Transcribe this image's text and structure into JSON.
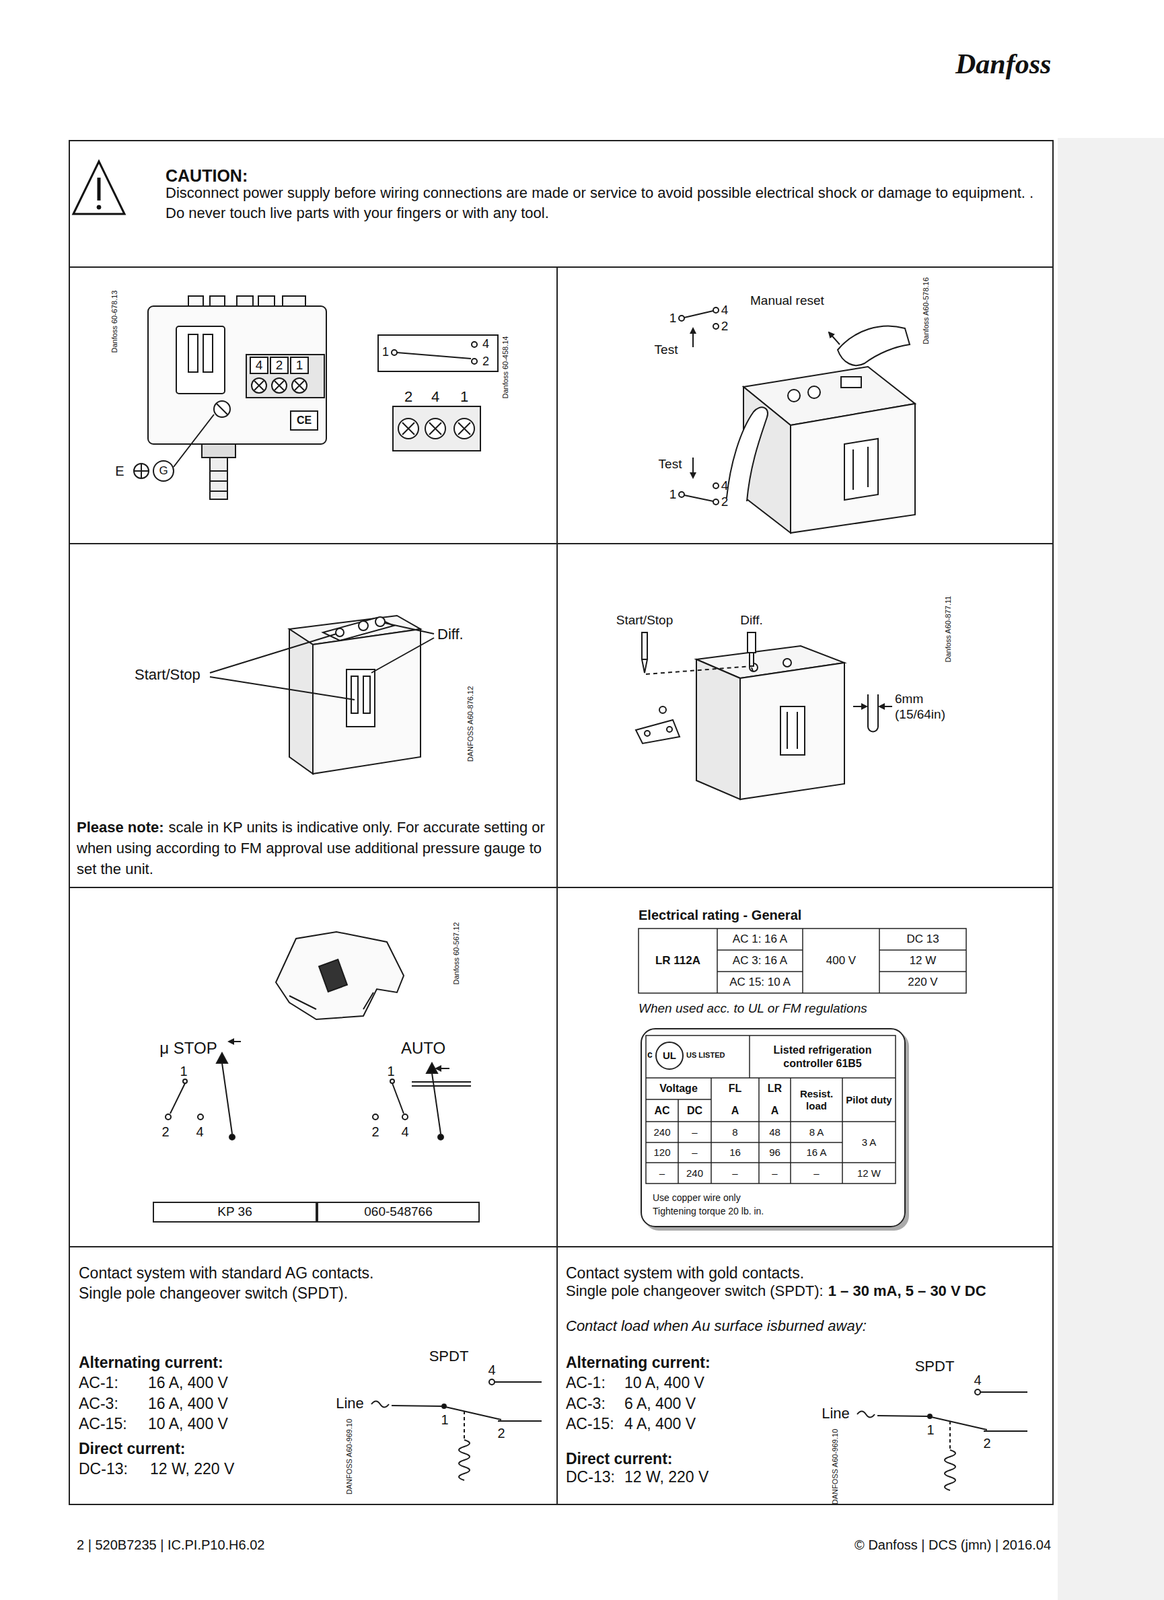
{
  "diagram": {
    "nodes": [
      {
        "text": [
          "CAUTION:",
          "Disconnect power supply before wiring connections are made or service to avoid possible electrical shock or damage to equipment. .",
          "Do never touch live parts with your fingers or with any tool."
        ]
      },
      {
        "text": [
          "KP 36"
        ]
      },
      {
        "text": [
          "060-548766"
        ]
      },
      {
        "text": [
          "Listed refrigeration controller 61B5"
        ]
      },
      {
        "text": [
          "Contact system with standard AG contacts.",
          "Single pole changeover switch (SPDT).",
          "Alternating current:",
          "AC-1:",
          "16 A, 400 V",
          "AC-3:",
          "16 A, 400 V",
          "AC-15:",
          "10 A, 400 V",
          "Direct current:",
          "DC-13:",
          "12 W, 220 V"
        ]
      },
      {
        "text": [
          "Contact system with gold contacts.",
          "Single pole changeover switch (SPDT):",
          "1 – 30 mA, 5 – 30 V DC",
          "Contact load when Au surface isburned away:",
          "Alternating current:",
          "AC-1:",
          "10 A, 400 V",
          "AC-3:",
          "6 A, 400 V",
          "AC-15:",
          "4 A, 400 V",
          "Direct current:",
          "DC-13:",
          "12 W, 220 V"
        ]
      }
    ],
    "labels": [
      "Danfoss",
      "Danfoss 60-678.13",
      "4",
      "2",
      "1",
      "CE",
      "E",
      "G",
      "1",
      "4",
      "2",
      "2",
      "4",
      "1",
      "Danfoss 60-458.14",
      "1",
      "4",
      "2",
      "Test",
      "Manual reset",
      "Danfoss A60-578.16",
      "Test",
      "1",
      "4",
      "2",
      "Diff.",
      "Start/Stop",
      "DANFOSS A60-876.12",
      "Please note:",
      "scale in KP units is indicative only. For accurate setting or when using according to FM approval use additional pressure gauge to set the unit.",
      "Start/Stop",
      "Diff.",
      "6mm (15/64in)",
      "Danfoss A60-877.11",
      "Danfoss 60-567.12",
      "μ STOP",
      "AUTO",
      "1",
      "2",
      "4",
      "1",
      "2",
      "4",
      "Electrical rating - General",
      "LR 112A",
      "AC 1: 16 A",
      "AC 3: 16 A",
      "AC 15: 10 A",
      "400 V",
      "DC 13",
      "12 W",
      "220 V",
      "When used acc. to UL or FM regulations",
      "c",
      "UL",
      "US LISTED",
      "Voltage",
      "AC",
      "DC",
      "FL",
      "A",
      "LR",
      "A",
      "Resist. load",
      "Pilot duty",
      "240",
      "–",
      "8",
      "48",
      "8 A",
      "3 A",
      "120",
      "–",
      "16",
      "96",
      "16 A",
      "–",
      "240",
      "–",
      "–",
      "–",
      "12 W",
      "Use copper wire only",
      "Tightening torque 20 lb. in.",
      "SPDT",
      "4",
      "Line",
      "1",
      "2",
      "DANFOSS A60-969.10",
      "SPDT",
      "4",
      "Line",
      "1",
      "2",
      "DANFOSS A60-969.10",
      "2 | 520B7235 | IC.PI.P10.H6.02",
      "© Danfoss | DCS (jmn) | 2016.04"
    ]
  }
}
